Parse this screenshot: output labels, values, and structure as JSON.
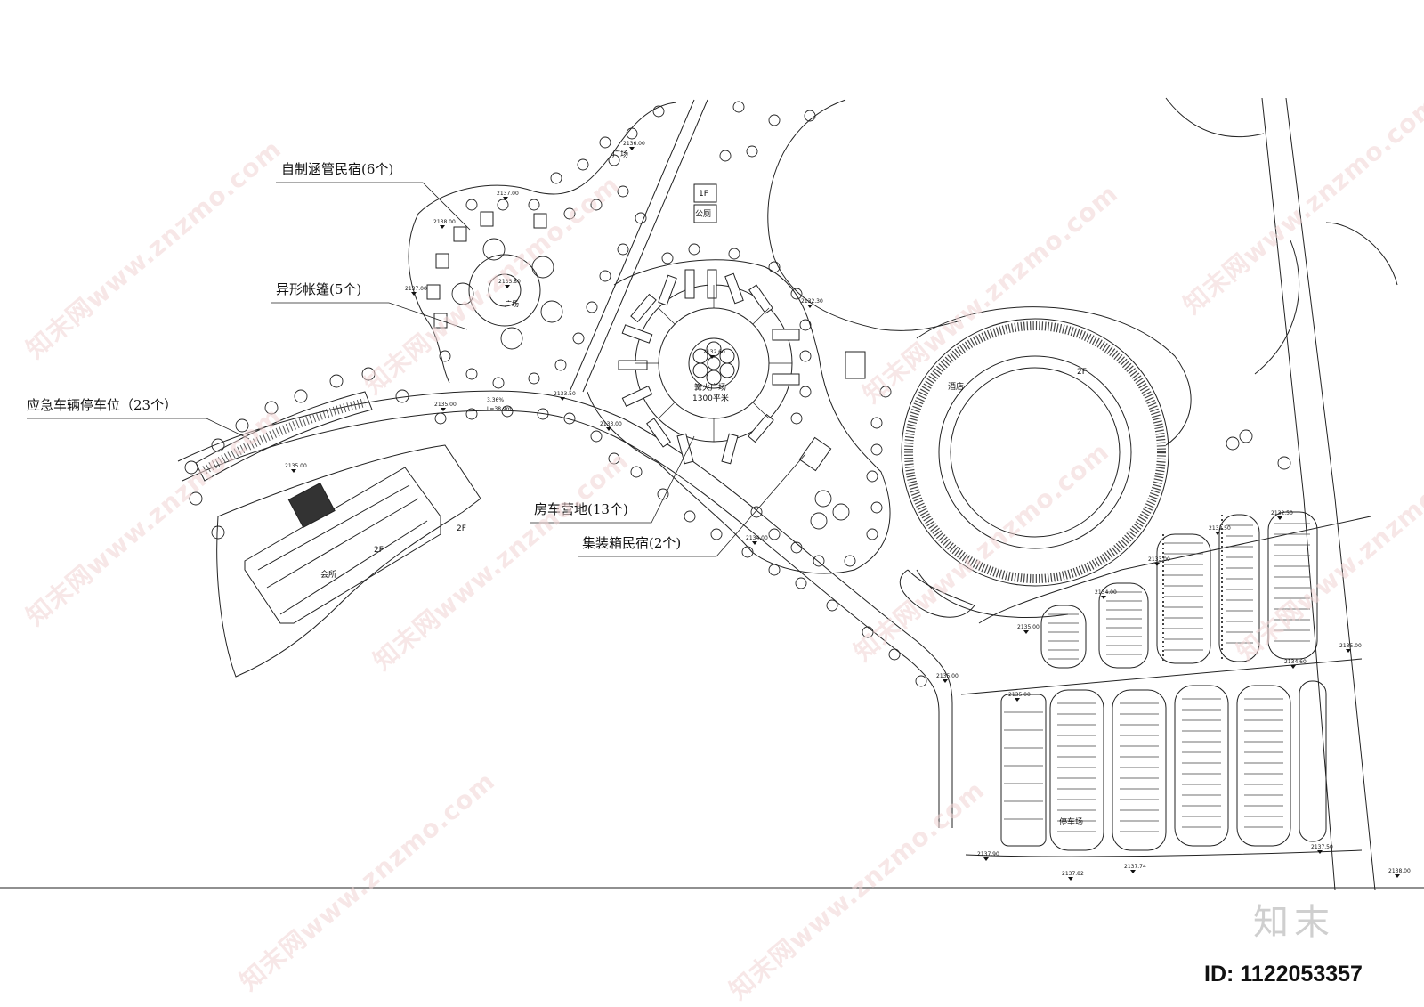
{
  "labels": {
    "pipe_homestay": "自制涵管民宿(6个)",
    "tents": "异形帐篷(5个)",
    "emergency_parking": "应急车辆停车位（23个）",
    "rv_camp": "房车营地(13个)",
    "container_homestay": "集装箱民宿(2个)"
  },
  "map_text": {
    "plaza_top": "广场",
    "toilet_floor": "1F",
    "toilet": "公厕",
    "plaza_small": "广场",
    "bonfire_plaza": "篝火广场",
    "bonfire_area": "1300平米",
    "hotel": "酒店",
    "hotel_floor": "2F",
    "clubhouse": "会所",
    "clubhouse_floor": "2F",
    "clubhouse_wing_floor": "2F",
    "parking_lot": "停车场",
    "slope": "3.36%",
    "slope_length": "L=38.9m"
  },
  "elevations": [
    "2136.00",
    "2137.00",
    "2138.00",
    "2135.80",
    "2137.00",
    "2132.30",
    "2132.60",
    "2135.00",
    "2133.50",
    "2133.00",
    "2135.00",
    "2134.00",
    "2132.50",
    "2132.50",
    "2133.00",
    "2134.00",
    "2135.00",
    "2135.00",
    "2134.60",
    "2135.00",
    "2135.00",
    "2137.90",
    "2137.82",
    "2137.74",
    "2137.50",
    "2138.00"
  ],
  "watermark": {
    "site_text": "知末网www.znzmo.com",
    "logo": "知末",
    "id_label": "ID: 1122053357"
  },
  "colors": {
    "line": "#222222",
    "watermark": "#f1d4d4",
    "background": "#ffffff"
  }
}
